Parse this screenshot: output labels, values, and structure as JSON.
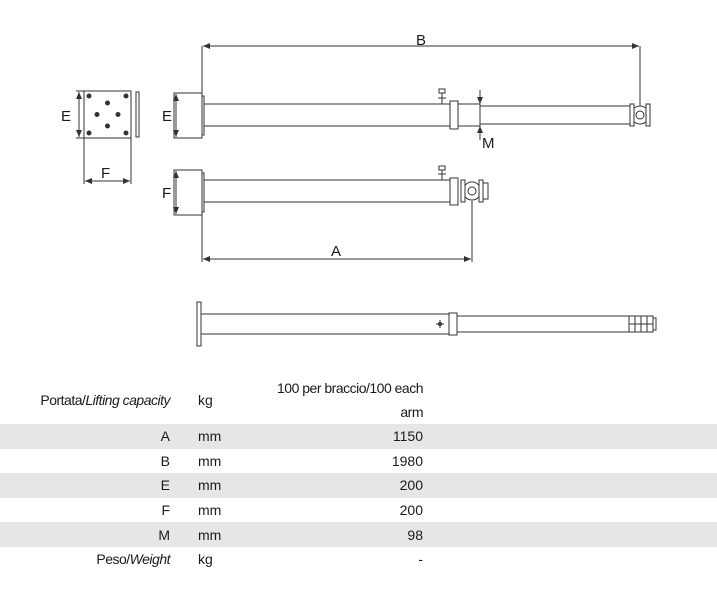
{
  "drawing": {
    "labels": {
      "A": "A",
      "B": "B",
      "E": "E",
      "F": "F",
      "M": "M"
    }
  },
  "specs": {
    "rows": [
      {
        "name": "Portata/",
        "name_italic": "Lifting capacity",
        "unit": "kg",
        "value": "100 per braccio/100 each arm"
      },
      {
        "name": "A",
        "name_italic": "",
        "unit": "mm",
        "value": "1150"
      },
      {
        "name": "B",
        "name_italic": "",
        "unit": "mm",
        "value": "1980"
      },
      {
        "name": "E",
        "name_italic": "",
        "unit": "mm",
        "value": "200"
      },
      {
        "name": "F",
        "name_italic": "",
        "unit": "mm",
        "value": "200"
      },
      {
        "name": "M",
        "name_italic": "",
        "unit": "mm",
        "value": "98"
      },
      {
        "name": "Peso/",
        "name_italic": "Weight",
        "unit": "kg",
        "value": "-"
      }
    ]
  }
}
